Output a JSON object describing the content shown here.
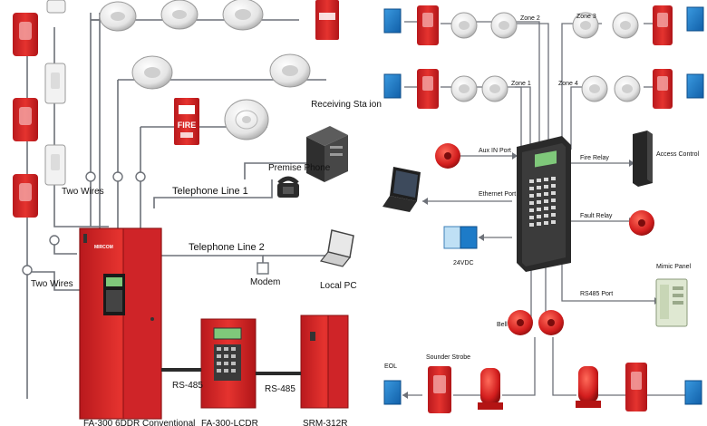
{
  "left_diagram": {
    "labels": {
      "two_wires_top": "Two Wires",
      "two_wires_left": "Two Wires",
      "telephone_line_1": "Telephone Line 1",
      "telephone_line_2": "Telephone Line 2",
      "premise_phone": "Premise Phone",
      "receiving_station": "Receiving Station",
      "modem": "Modem",
      "local_pc": "Local PC",
      "rs485_a": "RS-485",
      "rs485_b": "RS-485",
      "panel_main": "FA-300 6DDR Conventional",
      "panel_lcd": "FA-300-LCDR",
      "panel_relay": "SRM-312R",
      "fire_sign": "FIRE",
      "brand": "MIRCOM"
    }
  },
  "right_diagram": {
    "labels": {
      "zone1": "Zone 1",
      "zone2": "Zone 2",
      "zone3": "Zone 3",
      "zone4": "Zone 4",
      "aux_in": "Aux IN Port",
      "ethernet": "Ethernet Port",
      "fire_relay": "Fire Relay",
      "access_control": "Access Control",
      "fault_relay": "Fault Relay",
      "voltage": "24VDC",
      "rs485_port": "RS485 Port",
      "mimic_panel": "Mimic Panel",
      "bell": "Bell",
      "eol": "EOL",
      "sounder_strobe": "Sounder Strobe"
    }
  },
  "colors": {
    "panel_red": "#d8262a",
    "device_red": "#cf1f23",
    "line_gray": "#6d7178",
    "eol_blue": "#1d7bc8",
    "dark_panel": "#2a2a2a",
    "lcd_green": "#7fc87a"
  }
}
